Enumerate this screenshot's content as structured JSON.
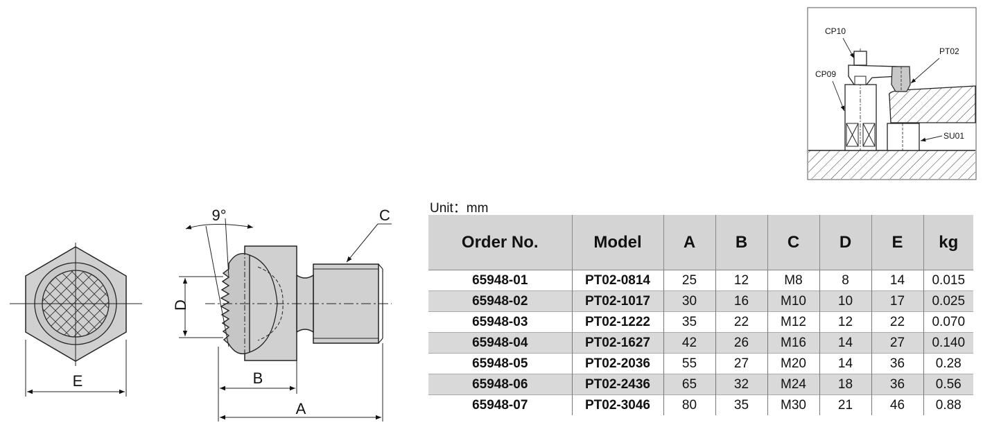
{
  "hex_view": {
    "label_e": "E"
  },
  "side_view": {
    "angle_label": "9°",
    "label_c": "C",
    "label_d": "D",
    "label_b": "B",
    "label_a": "A"
  },
  "assembly_view": {
    "cp10": "CP10",
    "pt02": "PT02",
    "cp09": "CP09",
    "su01": "SU01"
  },
  "unit_label": "Unit：mm",
  "table": {
    "headers": [
      "Order No.",
      "Model",
      "A",
      "B",
      "C",
      "D",
      "E",
      "kg"
    ],
    "rows": [
      [
        "65948-01",
        "PT02-0814",
        "25",
        "12",
        "M8",
        "8",
        "14",
        "0.015"
      ],
      [
        "65948-02",
        "PT02-1017",
        "30",
        "16",
        "M10",
        "10",
        "17",
        "0.025"
      ],
      [
        "65948-03",
        "PT02-1222",
        "35",
        "22",
        "M12",
        "12",
        "22",
        "0.070"
      ],
      [
        "65948-04",
        "PT02-1627",
        "42",
        "26",
        "M16",
        "14",
        "27",
        "0.140"
      ],
      [
        "65948-05",
        "PT02-2036",
        "55",
        "27",
        "M20",
        "14",
        "36",
        "0.28"
      ],
      [
        "65948-06",
        "PT02-2436",
        "65",
        "32",
        "M24",
        "18",
        "36",
        "0.56"
      ],
      [
        "65948-07",
        "PT02-3046",
        "80",
        "35",
        "M30",
        "21",
        "46",
        "0.88"
      ]
    ]
  }
}
